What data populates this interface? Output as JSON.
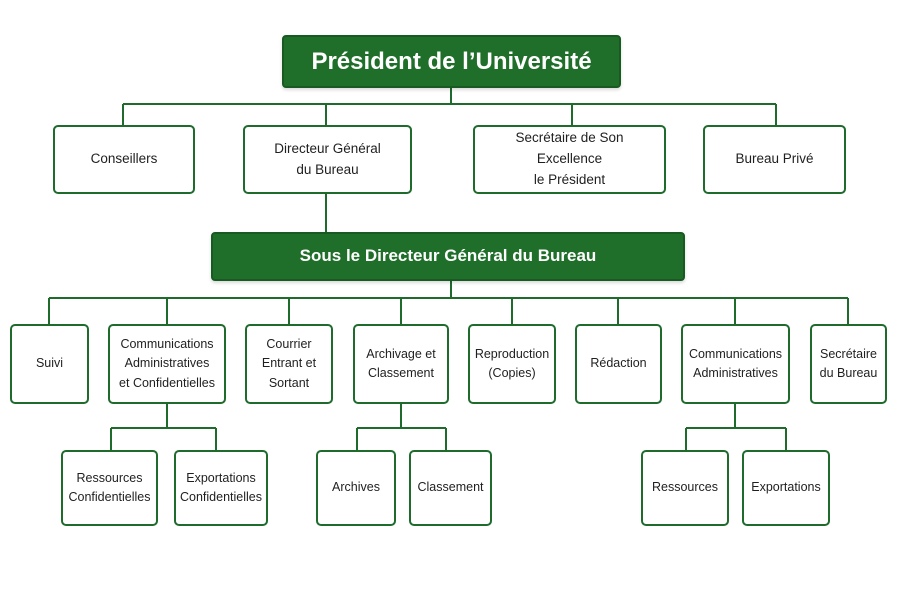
{
  "colors": {
    "accent": "#1f6e2a",
    "line": "#1e6b2c",
    "text": "#1f1f1f",
    "background": "#ffffff"
  },
  "president": "Président de l’Université",
  "subordinates": [
    "Conseillers",
    "Directeur Général\ndu Bureau",
    "Secrétaire de Son Excellence\nle Président",
    "Bureau Privé"
  ],
  "sub_header": "Sous le Directeur Général du Bureau",
  "departments": [
    "Suivi",
    "Communications\nAdministratives\net Confidentielles",
    "Courrier\nEntrant et\nSortant",
    "Archivage et\nClassement",
    "Reproduction\n(Copies)",
    "Rédaction",
    "Communications\nAdministratives",
    "Secrétaire\ndu Bureau"
  ],
  "units": {
    "communications_confidentielles": [
      "Ressources\nConfidentielles",
      "Exportations\nConfidentielles"
    ],
    "archivage": [
      "Archives",
      "Classement"
    ],
    "communications_administratives": [
      "Ressources",
      "Exportations"
    ]
  }
}
